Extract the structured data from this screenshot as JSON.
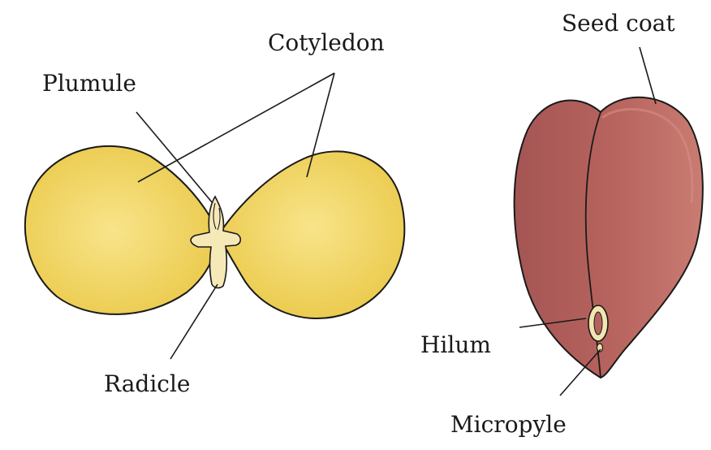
{
  "labels": {
    "cotyledon": "Cotyledon",
    "plumule": "Plumule",
    "radicle": "Radicle",
    "seed_coat": "Seed coat",
    "hilum": "Hilum",
    "micropyle": "Micropyle"
  },
  "colors": {
    "cotyledon_fill": "#f2d65e",
    "embryo_fill": "#f6e9b8",
    "seed_coat_fill": "#b5625f",
    "seed_coat_light": "#c87a74",
    "outline": "#1a1a1a"
  }
}
